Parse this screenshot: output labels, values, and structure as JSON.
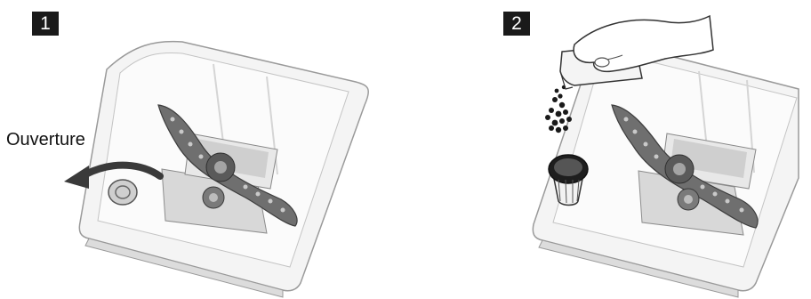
{
  "steps": [
    {
      "number": "1",
      "label": "Ouverture"
    },
    {
      "number": "2"
    }
  ]
}
